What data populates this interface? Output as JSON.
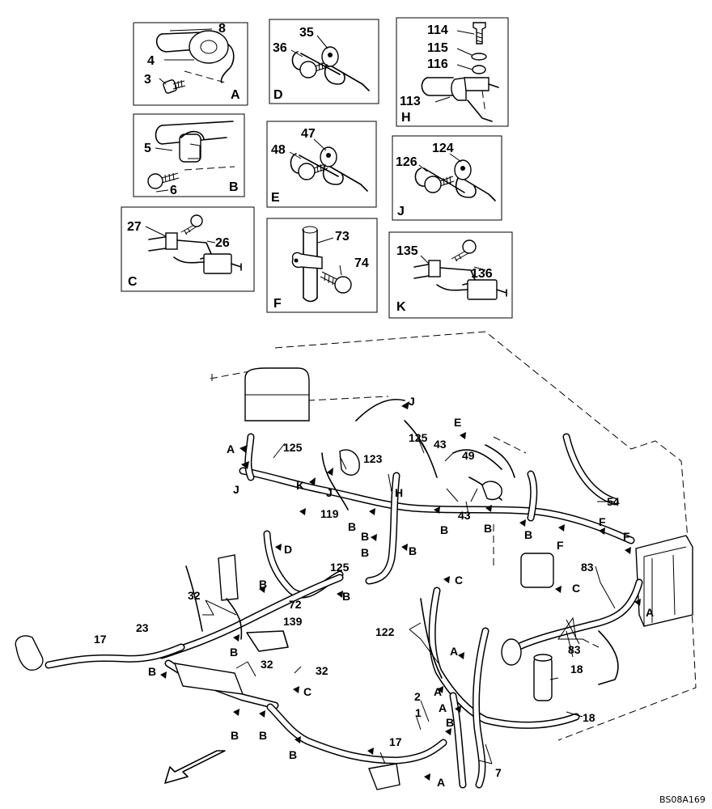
{
  "panels": [
    {
      "letter": "A",
      "parts": [
        "8",
        "4",
        "3"
      ]
    },
    {
      "letter": "B",
      "parts": [
        "5",
        "6"
      ]
    },
    {
      "letter": "C",
      "parts": [
        "27",
        "26"
      ]
    },
    {
      "letter": "D",
      "parts": [
        "35",
        "36"
      ]
    },
    {
      "letter": "E",
      "parts": [
        "47",
        "48"
      ]
    },
    {
      "letter": "F",
      "parts": [
        "73",
        "74"
      ]
    },
    {
      "letter": "H",
      "parts": [
        "114",
        "115",
        "116",
        "113"
      ]
    },
    {
      "letter": "J",
      "parts": [
        "124",
        "126"
      ]
    },
    {
      "letter": "K",
      "parts": [
        "135",
        "136"
      ]
    }
  ],
  "main_labels": [
    "J",
    "125",
    "43",
    "E",
    "A",
    "125",
    "49",
    "123",
    "K",
    "J",
    "J",
    "H",
    "119",
    "B",
    "B",
    "B",
    "B",
    "43",
    "B",
    "D",
    "B",
    "B",
    "54",
    "F",
    "F",
    "F",
    "125",
    "B",
    "72",
    "B",
    "C",
    "83",
    "C",
    "A",
    "32",
    "139",
    "122",
    "83",
    "23",
    "17",
    "B",
    "32",
    "32",
    "B",
    "A",
    "18",
    "C",
    "A",
    "2",
    "A",
    "1",
    "B",
    "18",
    "B",
    "B",
    "B",
    "17",
    "7",
    "A"
  ],
  "drawing_code": "BS08A169"
}
